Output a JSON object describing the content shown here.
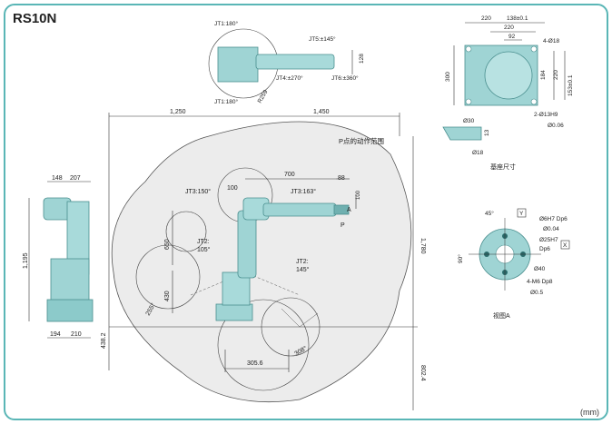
{
  "model": "RS10N",
  "units": "(mm)",
  "colors": {
    "frame": "#5ab6b6",
    "robot": "#9fd4d4",
    "robot_dark": "#4a8f8f",
    "envelope": "#e6e6e6",
    "line": "#333333"
  },
  "top_view": {
    "jt1_top": "JT1:180°",
    "jt1_bottom": "JT1:180°",
    "jt5": "JT5:±145°",
    "jt4": "JT4:±270°",
    "jt6": "JT6:±360°",
    "r259": "R259",
    "dim128": "128"
  },
  "side_view": {
    "dim148": "148",
    "dim207": "207",
    "dim1195": "1,195",
    "dim194": "194",
    "dim210": "210"
  },
  "main_view": {
    "d1250": "1,250",
    "d1450": "1,450",
    "d700": "700",
    "d88": "88",
    "d100a": "100",
    "d100b": "100",
    "d650": "650",
    "d430": "430",
    "d1780": "1,780",
    "d4382": "438.2",
    "d8024": "802.4",
    "d3056": "305.6",
    "jt3a": "JT3:150°",
    "jt3b": "JT3:163°",
    "jt2a": "JT2:",
    "jt2a_val": "105°",
    "jt2b": "JT2:",
    "jt2b_val": "145°",
    "a255": "255°",
    "a308": "308°",
    "p_range": "P点的动作范围",
    "p": "P",
    "a": "A"
  },
  "base_view": {
    "d220a": "220",
    "d138": "138±0.1",
    "d220b": "220",
    "d92": "92",
    "d4d18": "4-Ø18",
    "d300": "300",
    "d220c": "220",
    "d184": "184",
    "d153": "153±0.1",
    "d2d13": "2-Ø13H9",
    "tol006": "Ø0.06",
    "d30": "Ø30",
    "d13": "13",
    "d18": "Ø18",
    "caption": "基座尺寸"
  },
  "flange_view": {
    "a45": "45°",
    "a90": "90°",
    "y": "Y",
    "x": "X",
    "d6h7": "Ø6H7 Dp6",
    "tol004": "Ø0.04",
    "d25": "Ø25H7",
    "dp6": "Dp6",
    "d40": "Ø40",
    "m6": "4-M6 Dp8",
    "tol05": "Ø0.5",
    "caption": "视图A"
  }
}
